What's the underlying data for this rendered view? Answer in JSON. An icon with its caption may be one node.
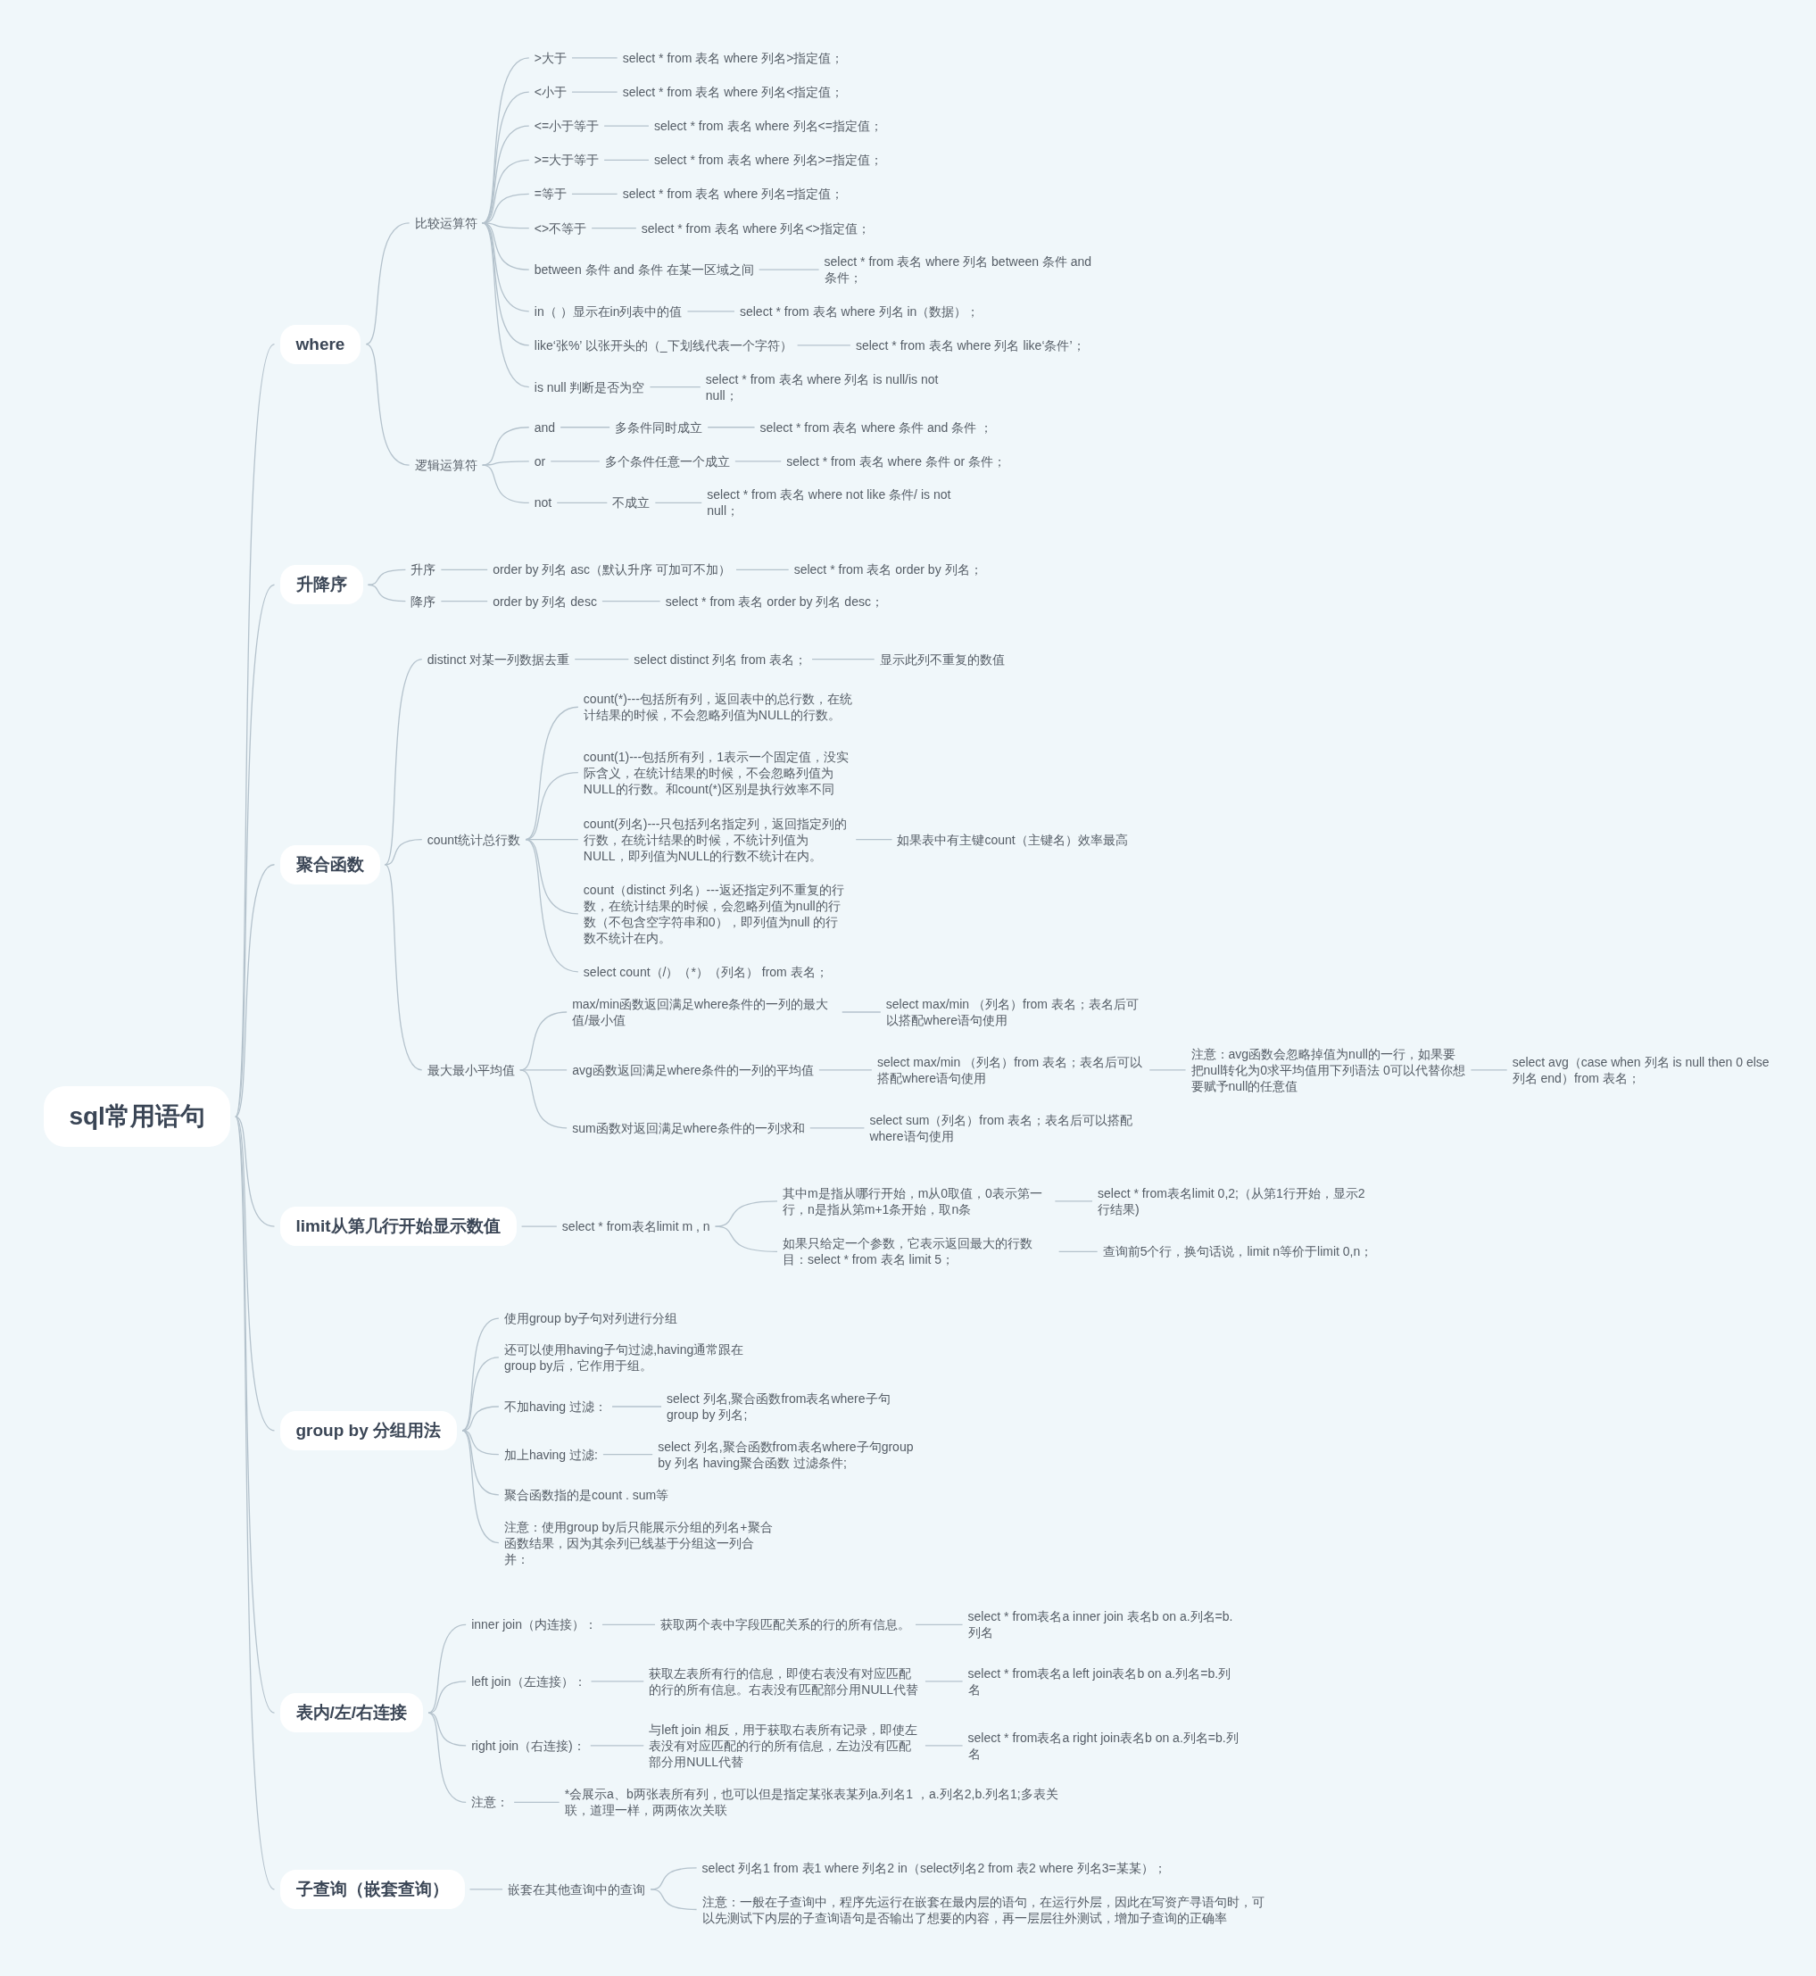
{
  "diagram": {
    "nodes": [
      {
        "text": [
          "sql常用语句"
        ]
      },
      {
        "text": [
          "where"
        ]
      },
      {
        "text": [
          "比较运算符"
        ]
      },
      {
        "text": [
          ">大于"
        ]
      },
      {
        "text": [
          "select * from 表名 where 列名>指定值；"
        ]
      },
      {
        "text": [
          "<小于"
        ]
      },
      {
        "text": [
          "select * from 表名 where 列名<指定值；"
        ]
      },
      {
        "text": [
          "<=小于等于"
        ]
      },
      {
        "text": [
          "select * from 表名 where 列名<=指定值；"
        ]
      },
      {
        "text": [
          ">=大于等于"
        ]
      },
      {
        "text": [
          "select * from 表名 where 列名>=指定值；"
        ]
      },
      {
        "text": [
          "=等于"
        ]
      },
      {
        "text": [
          "select * from 表名 where 列名=指定值；"
        ]
      },
      {
        "text": [
          "<>不等于"
        ]
      },
      {
        "text": [
          "select * from 表名 where 列名<>指定值；"
        ]
      },
      {
        "text": [
          "between 条件 and 条件  在某一区域之间"
        ]
      },
      {
        "text": [
          "select * from 表名 where 列名 between 条件 and 条件；"
        ]
      },
      {
        "text": [
          "in（ ）显示在in列表中的值"
        ]
      },
      {
        "text": [
          "select * from 表名 where 列名 in（数据）；"
        ]
      },
      {
        "text": [
          "like‘张%’ 以张开头的（_下划线代表一个字符）"
        ]
      },
      {
        "text": [
          "select * from 表名 where 列名 like‘条件’；"
        ]
      },
      {
        "text": [
          "is null 判断是否为空"
        ]
      },
      {
        "text": [
          "select * from 表名 where 列名 is null/is not null；"
        ]
      },
      {
        "text": [
          "逻辑运算符"
        ]
      },
      {
        "text": [
          "and"
        ]
      },
      {
        "text": [
          "多条件同时成立"
        ]
      },
      {
        "text": [
          "select * from 表名 where 条件 and 条件 ；"
        ]
      },
      {
        "text": [
          "or"
        ]
      },
      {
        "text": [
          "多个条件任意一个成立"
        ]
      },
      {
        "text": [
          "select * from 表名 where 条件 or 条件；"
        ]
      },
      {
        "text": [
          "not"
        ]
      },
      {
        "text": [
          "不成立"
        ]
      },
      {
        "text": [
          "select * from  表名 where not like 条件/ is not null；"
        ]
      },
      {
        "text": [
          "升降序"
        ]
      },
      {
        "text": [
          "升序"
        ]
      },
      {
        "text": [
          "order by 列名 asc（默认升序 可加可不加）"
        ]
      },
      {
        "text": [
          "select * from 表名 order by 列名；"
        ]
      },
      {
        "text": [
          "降序"
        ]
      },
      {
        "text": [
          "order by 列名 desc"
        ]
      },
      {
        "text": [
          "select * from  表名 order by 列名 desc；"
        ]
      },
      {
        "text": [
          "聚合函数"
        ]
      },
      {
        "text": [
          "distinct 对某一列数据去重"
        ]
      },
      {
        "text": [
          "select distinct 列名 from 表名；"
        ]
      },
      {
        "text": [
          "显示此列不重复的数值"
        ]
      },
      {
        "text": [
          "count统计总行数"
        ]
      },
      {
        "text": [
          "count(*)---包括所有列，返回表中的总行数，在统计结果的时候，不会忽略列值为NULL的行数。"
        ]
      },
      {
        "text": [
          "count(1)---包括所有列，1表示一个固定值，没实际含义，在统计结果的时候，不会忽略列值为NULL的行数。和count(*)区别是执行效率不同"
        ]
      },
      {
        "text": [
          "count(列名)---只包括列名指定列，返回指定列的行数，在统计结果的时候，不统计列值为NULL，即列值为NULL的行数不统计在内。"
        ]
      },
      {
        "text": [
          "如果表中有主键count（主键名）效率最高"
        ]
      },
      {
        "text": [
          "count（distinct 列名）---返还指定列不重复的行数，在统计结果的时候，会忽略列值为null的行数（不包含空字符串和0），即列值为null 的行数不统计在内。"
        ]
      },
      {
        "text": [
          "select count（/）（*）（列名） from 表名；"
        ]
      },
      {
        "text": [
          "最大最小平均值"
        ]
      },
      {
        "text": [
          "max/min函数返回满足where条件的一列的最大值/最小值"
        ]
      },
      {
        "text": [
          "select max/min （列名）from 表名；表名后可以搭配where语句使用"
        ]
      },
      {
        "text": [
          "avg函数返回满足where条件的一列的平均值"
        ]
      },
      {
        "text": [
          "select max/min （列名）from 表名；表名后可以搭配where语句使用"
        ]
      },
      {
        "text": [
          "注意：avg函数会忽略掉值为null的一行，如果要把null转化为0求平均值用下列语法   0可以代替你想要赋予null的任意值"
        ]
      },
      {
        "text": [
          "select avg（case when 列名 is null then 0 else 列名 end）from 表名；"
        ]
      },
      {
        "text": [
          "sum函数对返回满足where条件的一列求和"
        ]
      },
      {
        "text": [
          "select sum（列名）from 表名；表名后可以搭配where语句使用"
        ]
      },
      {
        "text": [
          "limit从第几行开始显示数值"
        ]
      },
      {
        "text": [
          "select * from表名limit m , n"
        ]
      },
      {
        "text": [
          "其中m是指从哪行开始，m从0取值，0表示第一行，n是指从第m+1条开始，取n条"
        ]
      },
      {
        "text": [
          "select * from表名limit 0,2;（从第1行开始，显示2行结果)"
        ]
      },
      {
        "text": [
          "如果只给定一个参数，它表示返回最大的行数目：select * from 表名 limit 5；"
        ]
      },
      {
        "text": [
          "查询前5个行，换句话说，limit n等价于limit 0,n；"
        ]
      },
      {
        "text": [
          "group by 分组用法"
        ]
      },
      {
        "text": [
          "使用group by子句对列进行分组"
        ]
      },
      {
        "text": [
          "还可以使用having子句过滤,having通常跟在group by后，它作用于组。"
        ]
      },
      {
        "text": [
          "不加having 过滤："
        ]
      },
      {
        "text": [
          "select 列名,聚合函数from表名where子句group by 列名;"
        ]
      },
      {
        "text": [
          "加上having 过滤:"
        ]
      },
      {
        "text": [
          "select 列名,聚合函数from表名where子句group by 列名 having聚合函数 过滤条件;"
        ]
      },
      {
        "text": [
          "聚合函数指的是count . sum等"
        ]
      },
      {
        "text": [
          "注意：使用group by后只能展示分组的列名+聚合函数结果，因为其余列已线基于分组这一列合并："
        ]
      },
      {
        "text": [
          "表内/左/右连接"
        ]
      },
      {
        "text": [
          "inner join（内连接）："
        ]
      },
      {
        "text": [
          "获取两个表中字段匹配关系的行的所有信息。"
        ]
      },
      {
        "text": [
          "select * from表名a inner join 表名b on a.列名=b.列名"
        ]
      },
      {
        "text": [
          "left join（左连接）："
        ]
      },
      {
        "text": [
          "获取左表所有行的信息，即使右表没有对应匹配的行的所有信息。右表没有匹配部分用NULL代替"
        ]
      },
      {
        "text": [
          "select * from表名a left join表名b on a.列名=b.列名"
        ]
      },
      {
        "text": [
          "right join（右连接)："
        ]
      },
      {
        "text": [
          "与left join 相反，用于获取右表所有记录，即使左表没有对应匹配的行的所有信息，左边没有匹配部分用NULL代替"
        ]
      },
      {
        "text": [
          "select * from表名a right join表名b on a.列名=b.列名"
        ]
      },
      {
        "text": [
          "注意："
        ]
      },
      {
        "text": [
          "*会展示a、b两张表所有列，也可以但是指定某张表某列a.列名1 ，a.列名2,b.列名1;多表关联，道理一样，两两依次关联"
        ]
      },
      {
        "text": [
          "子查询（嵌套查询）"
        ]
      },
      {
        "text": [
          "嵌套在其他查询中的查询"
        ]
      },
      {
        "text": [
          "select 列名1 from 表1 where 列名2 in（select列名2 from 表2 where 列名3=某某）；"
        ]
      },
      {
        "text": [
          "注意：一般在子查询中，程序先运行在嵌套在最内层的语句，在运行外层，因此在写资产寻语句时，可以先测试下内层的子查询语句是否输出了想要的内容，再一层层往外测试，增加子查询的正确率"
        ]
      }
    ],
    "edges": [
      {
        "from": 0,
        "to": 1,
        "arrow": "none"
      },
      {
        "from": 0,
        "to": 33,
        "arrow": "none"
      },
      {
        "from": 0,
        "to": 40,
        "arrow": "none"
      },
      {
        "from": 0,
        "to": 60,
        "arrow": "none"
      },
      {
        "from": 0,
        "to": 66,
        "arrow": "none"
      },
      {
        "from": 0,
        "to": 75,
        "arrow": "none"
      },
      {
        "from": 0,
        "to": 87,
        "arrow": "none"
      },
      {
        "from": 1,
        "to": 2,
        "arrow": "none"
      },
      {
        "from": 1,
        "to": 23,
        "arrow": "none"
      },
      {
        "from": 2,
        "to": 3,
        "arrow": "none"
      },
      {
        "from": 2,
        "to": 5,
        "arrow": "none"
      },
      {
        "from": 2,
        "to": 7,
        "arrow": "none"
      },
      {
        "from": 2,
        "to": 9,
        "arrow": "none"
      },
      {
        "from": 2,
        "to": 11,
        "arrow": "none"
      },
      {
        "from": 2,
        "to": 13,
        "arrow": "none"
      },
      {
        "from": 2,
        "to": 15,
        "arrow": "none"
      },
      {
        "from": 2,
        "to": 17,
        "arrow": "none"
      },
      {
        "from": 2,
        "to": 19,
        "arrow": "none"
      },
      {
        "from": 2,
        "to": 21,
        "arrow": "none"
      },
      {
        "from": 3,
        "to": 4,
        "arrow": "none"
      },
      {
        "from": 5,
        "to": 6,
        "arrow": "none"
      },
      {
        "from": 7,
        "to": 8,
        "arrow": "none"
      },
      {
        "from": 9,
        "to": 10,
        "arrow": "none"
      },
      {
        "from": 11,
        "to": 12,
        "arrow": "none"
      },
      {
        "from": 13,
        "to": 14,
        "arrow": "none"
      },
      {
        "from": 15,
        "to": 16,
        "arrow": "none"
      },
      {
        "from": 17,
        "to": 18,
        "arrow": "none"
      },
      {
        "from": 19,
        "to": 20,
        "arrow": "none"
      },
      {
        "from": 21,
        "to": 22,
        "arrow": "none"
      },
      {
        "from": 23,
        "to": 24,
        "arrow": "none"
      },
      {
        "from": 23,
        "to": 27,
        "arrow": "none"
      },
      {
        "from": 23,
        "to": 30,
        "arrow": "none"
      },
      {
        "from": 24,
        "to": 25,
        "arrow": "none"
      },
      {
        "from": 25,
        "to": 26,
        "arrow": "none"
      },
      {
        "from": 27,
        "to": 28,
        "arrow": "none"
      },
      {
        "from": 28,
        "to": 29,
        "arrow": "none"
      },
      {
        "from": 30,
        "to": 31,
        "arrow": "none"
      },
      {
        "from": 31,
        "to": 32,
        "arrow": "none"
      },
      {
        "from": 33,
        "to": 34,
        "arrow": "none"
      },
      {
        "from": 33,
        "to": 37,
        "arrow": "none"
      },
      {
        "from": 34,
        "to": 35,
        "arrow": "none"
      },
      {
        "from": 35,
        "to": 36,
        "arrow": "none"
      },
      {
        "from": 37,
        "to": 38,
        "arrow": "none"
      },
      {
        "from": 38,
        "to": 39,
        "arrow": "none"
      },
      {
        "from": 40,
        "to": 41,
        "arrow": "none"
      },
      {
        "from": 40,
        "to": 44,
        "arrow": "none"
      },
      {
        "from": 40,
        "to": 51,
        "arrow": "none"
      },
      {
        "from": 41,
        "to": 42,
        "arrow": "none"
      },
      {
        "from": 42,
        "to": 43,
        "arrow": "none"
      },
      {
        "from": 44,
        "to": 45,
        "arrow": "none"
      },
      {
        "from": 44,
        "to": 46,
        "arrow": "none"
      },
      {
        "from": 44,
        "to": 47,
        "arrow": "none"
      },
      {
        "from": 44,
        "to": 49,
        "arrow": "none"
      },
      {
        "from": 44,
        "to": 50,
        "arrow": "none"
      },
      {
        "from": 47,
        "to": 48,
        "arrow": "none"
      },
      {
        "from": 51,
        "to": 52,
        "arrow": "none"
      },
      {
        "from": 51,
        "to": 54,
        "arrow": "none"
      },
      {
        "from": 51,
        "to": 58,
        "arrow": "none"
      },
      {
        "from": 52,
        "to": 53,
        "arrow": "none"
      },
      {
        "from": 54,
        "to": 55,
        "arrow": "none"
      },
      {
        "from": 55,
        "to": 56,
        "arrow": "none"
      },
      {
        "from": 56,
        "to": 57,
        "arrow": "none"
      },
      {
        "from": 58,
        "to": 59,
        "arrow": "none"
      },
      {
        "from": 60,
        "to": 61,
        "arrow": "none"
      },
      {
        "from": 61,
        "to": 62,
        "arrow": "none"
      },
      {
        "from": 61,
        "to": 64,
        "arrow": "none"
      },
      {
        "from": 62,
        "to": 63,
        "arrow": "none"
      },
      {
        "from": 64,
        "to": 65,
        "arrow": "none"
      },
      {
        "from": 66,
        "to": 67,
        "arrow": "none"
      },
      {
        "from": 66,
        "to": 68,
        "arrow": "none"
      },
      {
        "from": 66,
        "to": 69,
        "arrow": "none"
      },
      {
        "from": 66,
        "to": 71,
        "arrow": "none"
      },
      {
        "from": 66,
        "to": 73,
        "arrow": "none"
      },
      {
        "from": 66,
        "to": 74,
        "arrow": "none"
      },
      {
        "from": 69,
        "to": 70,
        "arrow": "none"
      },
      {
        "from": 71,
        "to": 72,
        "arrow": "none"
      },
      {
        "from": 75,
        "to": 76,
        "arrow": "none"
      },
      {
        "from": 75,
        "to": 79,
        "arrow": "none"
      },
      {
        "from": 75,
        "to": 82,
        "arrow": "none"
      },
      {
        "from": 75,
        "to": 85,
        "arrow": "none"
      },
      {
        "from": 76,
        "to": 77,
        "arrow": "none"
      },
      {
        "from": 77,
        "to": 78,
        "arrow": "none"
      },
      {
        "from": 79,
        "to": 80,
        "arrow": "none"
      },
      {
        "from": 80,
        "to": 81,
        "arrow": "none"
      },
      {
        "from": 82,
        "to": 83,
        "arrow": "none"
      },
      {
        "from": 83,
        "to": 84,
        "arrow": "none"
      },
      {
        "from": 85,
        "to": 86,
        "arrow": "none"
      },
      {
        "from": 87,
        "to": 88,
        "arrow": "none"
      },
      {
        "from": 88,
        "to": 89,
        "arrow": "none"
      },
      {
        "from": 88,
        "to": 90,
        "arrow": "none"
      }
    ]
  }
}
